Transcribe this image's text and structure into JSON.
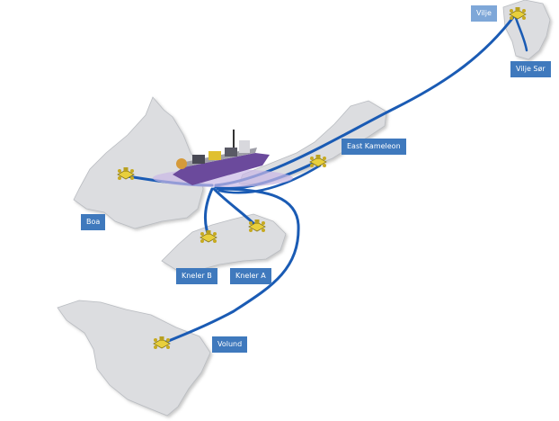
{
  "colors": {
    "land": "#dcdde0",
    "land_edge": "#b9bcc1",
    "pipeline": "#1a5bb4",
    "label_bg": "#3f79bd",
    "label_bg_light": "#7ea7d8",
    "template": "#e8cf3c",
    "vessel_hull": "#6b4a9c"
  },
  "icons": {
    "subsea_template": "subsea-template-icon",
    "vessel": "fpso-vessel-icon"
  },
  "fields": {
    "vilje": "Vilje",
    "vilje_sor": "Vilje Sør",
    "east_kameleon": "East Kameleon",
    "boa": "Boa",
    "kneler_b": "Kneler B",
    "kneler_a": "Kneler A",
    "volund": "Volund"
  }
}
